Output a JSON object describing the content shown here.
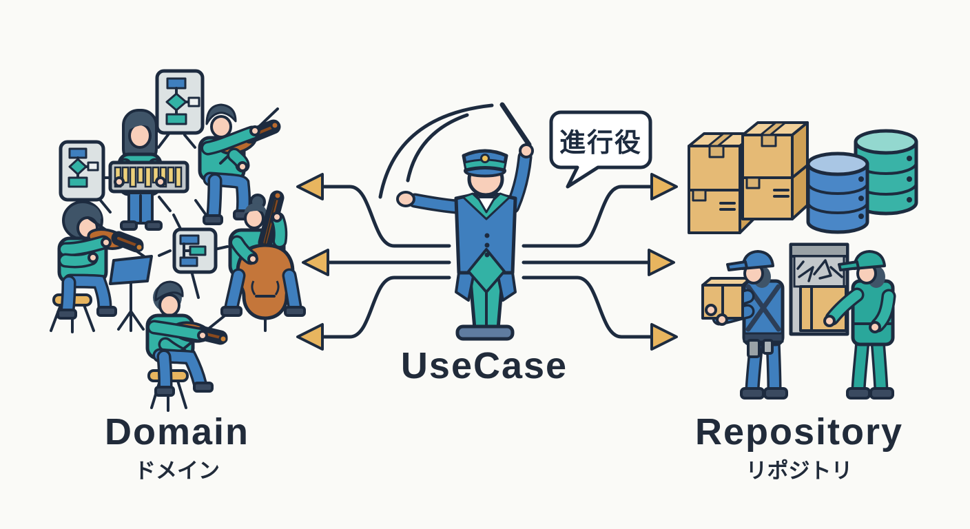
{
  "background_color": "#fafaf7",
  "labels": {
    "domain": {
      "en": "Domain",
      "ja": "ドメイン"
    },
    "usecase": {
      "en": "UseCase"
    },
    "repository": {
      "en": "Repository",
      "ja": "リポジトリ"
    },
    "conductor_speech_bubble": "進行役"
  },
  "illustration": {
    "left_group": [
      "flowchart-card-icon",
      "marimba-player-icon",
      "violinist-icon",
      "cellist-icon",
      "music-stand-icon",
      "stool-icon"
    ],
    "center_group": [
      "conductor-icon",
      "baton-icon",
      "baton-swoosh-icon",
      "speech-bubble-icon"
    ],
    "right_group": [
      "cardboard-box-stack-icon",
      "database-cylinder-blue-icon",
      "database-cylinder-teal-icon",
      "warehouse-worker-blue-icon",
      "warehouse-worker-teal-icon",
      "storage-cabinet-icon"
    ],
    "arrows": [
      "arrow-left-top",
      "arrow-left-middle",
      "arrow-left-bottom",
      "arrow-right-top",
      "arrow-right-middle",
      "arrow-right-bottom"
    ]
  },
  "colors": {
    "outline": "#1d2b3f",
    "teal": "#33b2a5",
    "blue": "#3f7fbe",
    "arrow_gold": "#e8b55f",
    "skin": "#f8cfba",
    "hair": "#3f5468",
    "box_tan": "#e5ba75",
    "card_gray": "#dce2e3",
    "database_blue": "#4a87c7",
    "database_teal": "#39b3a7",
    "text": "#212b3a",
    "background": "#fafaf7"
  }
}
